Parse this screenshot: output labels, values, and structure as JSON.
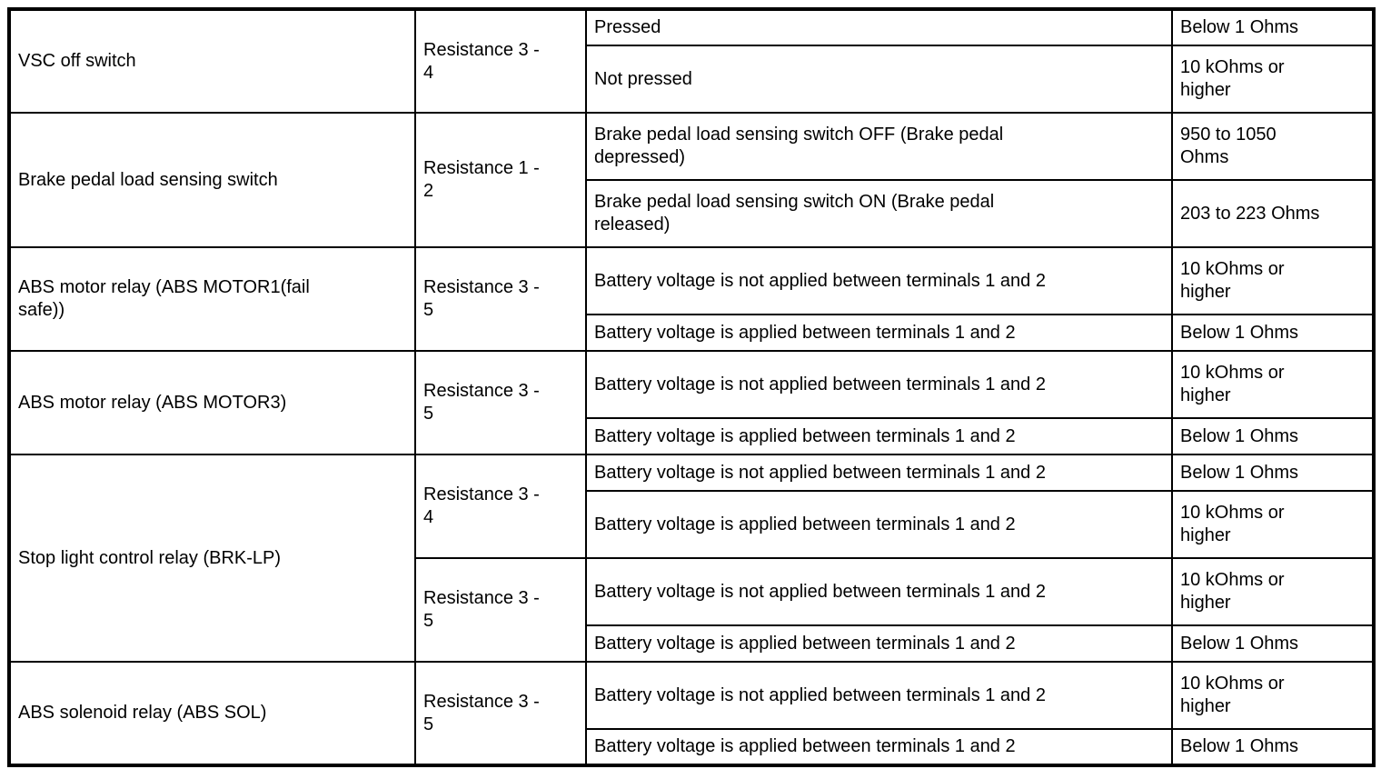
{
  "page": {
    "background_color": "#ffffff",
    "border_color": "#000000",
    "text_color": "#000000"
  },
  "table": {
    "description": "Component resistance specification table",
    "groups": [
      {
        "component": "VSC off switch",
        "tests": [
          {
            "label": "Resistance 3 -\n4",
            "rows": [
              {
                "condition": "Pressed",
                "value": "Below 1 Ohms"
              },
              {
                "condition": "Not pressed",
                "value": "10 kOhms or\nhigher"
              }
            ]
          }
        ]
      },
      {
        "component": "Brake pedal load sensing switch",
        "tests": [
          {
            "label": "Resistance 1 -\n2",
            "rows": [
              {
                "condition": "Brake pedal load sensing switch OFF (Brake pedal\ndepressed)",
                "value": "950 to 1050\nOhms"
              },
              {
                "condition": "Brake pedal load sensing switch ON (Brake pedal\nreleased)",
                "value": "203 to 223 Ohms"
              }
            ]
          }
        ]
      },
      {
        "component": "ABS motor relay (ABS MOTOR1(fail\nsafe))",
        "tests": [
          {
            "label": "Resistance 3 -\n5",
            "rows": [
              {
                "condition": "Battery voltage is not applied between terminals 1 and 2",
                "value": "10 kOhms or\nhigher"
              },
              {
                "condition": "Battery voltage is applied between terminals 1 and 2",
                "value": "Below 1 Ohms"
              }
            ]
          }
        ]
      },
      {
        "component": "ABS motor relay (ABS MOTOR3)",
        "tests": [
          {
            "label": "Resistance 3 -\n5",
            "rows": [
              {
                "condition": "Battery voltage is not applied between terminals 1 and 2",
                "value": "10 kOhms or\nhigher"
              },
              {
                "condition": "Battery voltage is applied between terminals 1 and 2",
                "value": "Below 1 Ohms"
              }
            ]
          }
        ]
      },
      {
        "component": "Stop light control relay (BRK-LP)",
        "tests": [
          {
            "label": "Resistance 3 -\n4",
            "rows": [
              {
                "condition": "Battery voltage is not applied between terminals 1 and 2",
                "value": "Below 1 Ohms"
              },
              {
                "condition": "Battery voltage is applied between terminals 1 and 2",
                "value": "10 kOhms or\nhigher"
              }
            ]
          },
          {
            "label": "Resistance 3 -\n5",
            "rows": [
              {
                "condition": "Battery voltage is not applied between terminals 1 and 2",
                "value": "10 kOhms or\nhigher"
              },
              {
                "condition": "Battery voltage is applied between terminals 1 and 2",
                "value": "Below 1 Ohms"
              }
            ]
          }
        ]
      },
      {
        "component": "ABS solenoid relay (ABS SOL)",
        "tests": [
          {
            "label": "Resistance 3 -\n5",
            "rows": [
              {
                "condition": "Battery voltage is not applied between terminals 1 and 2",
                "value": "10 kOhms or\nhigher"
              },
              {
                "condition": "Battery voltage is applied between terminals 1 and 2",
                "value": "Below 1 Ohms"
              }
            ]
          }
        ]
      }
    ]
  }
}
